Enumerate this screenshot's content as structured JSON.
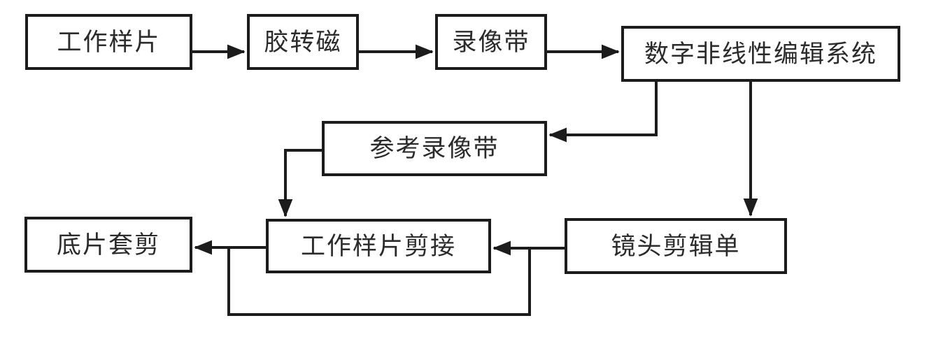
{
  "diagram": {
    "type": "flowchart",
    "background_color": "#ffffff",
    "line_color": "#1c1c1c",
    "text_color": "#2b2b2b",
    "nodes": {
      "work_print": {
        "label": "工作样片"
      },
      "film_to_tape": {
        "label": "胶转磁"
      },
      "videotape": {
        "label": "录像带"
      },
      "digital_nle": {
        "label": "数字非线性编辑系统"
      },
      "reference_tape": {
        "label": "参考录像带"
      },
      "shot_edit_list": {
        "label": "镜头剪辑单"
      },
      "work_print_cutting": {
        "label": "工作样片剪接"
      },
      "negative_conforming": {
        "label": "底片套剪"
      }
    },
    "edges": [
      {
        "from": "工作样片",
        "to": "胶转磁",
        "style": "arrow-right"
      },
      {
        "from": "胶转磁",
        "to": "录像带",
        "style": "arrow-right"
      },
      {
        "from": "录像带",
        "to": "数字非线性编辑系统",
        "style": "arrow-right"
      },
      {
        "from": "数字非线性编辑系统",
        "to": "参考录像带",
        "style": "down-then-left-arrow"
      },
      {
        "from": "数字非线性编辑系统",
        "to": "镜头剪辑单",
        "style": "arrow-down"
      },
      {
        "from": "参考录像带",
        "to": "工作样片剪接",
        "style": "left-then-down-arrow"
      },
      {
        "from": "镜头剪辑单",
        "to": "工作样片剪接",
        "style": "arrow-left"
      },
      {
        "from": "工作样片剪接",
        "to": "底片套剪",
        "style": "arrow-left"
      },
      {
        "from": "镜头剪辑单",
        "to": "底片套剪",
        "style": "bypass-loop-below-工作样片剪接"
      }
    ]
  }
}
